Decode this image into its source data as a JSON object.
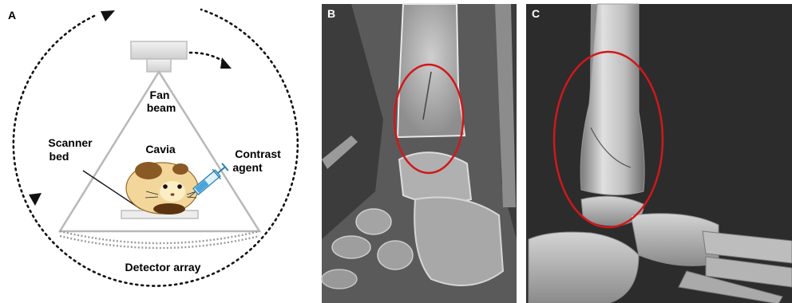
{
  "panels": {
    "a": {
      "letter": "A",
      "labels": {
        "fan_beam_line1": "Fan",
        "fan_beam_line2": "beam",
        "scanner_bed_line1": "Scanner",
        "scanner_bed_line2": "bed",
        "subject": "Cavia",
        "contrast_line1": "Contrast",
        "contrast_line2": "agent",
        "detector": "Detector array"
      }
    },
    "b": {
      "letter": "B"
    },
    "c": {
      "letter": "C"
    }
  },
  "colors": {
    "highlight_ellipse": "#d0181c",
    "panel_letter_on_image": "#ffffff",
    "panel_letter_on_white": "#111111",
    "xray_geometry": "#b8b8b8",
    "ct_background_b": "#3c3c3c",
    "ct_background_c": "#2c2c2c"
  }
}
